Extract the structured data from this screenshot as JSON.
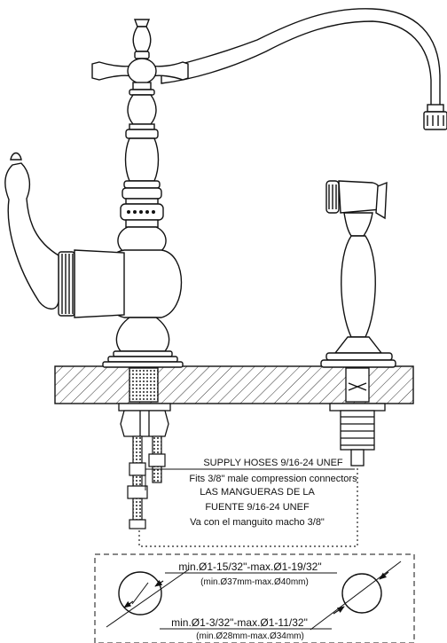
{
  "callout": {
    "lines": [
      "SUPPLY HOSES 9/16-24 UNEF",
      "Fits 3/8\" male compression connectors",
      "LAS MANGUERAS DE LA",
      "FUENTE 9/16-24 UNEF",
      "Va con el manguito macho 3/8\""
    ]
  },
  "holes": {
    "large": {
      "label": "min.Ø1-15/32\"-max.Ø1-19/32\"",
      "metric": "(min.Ø37mm-max.Ø40mm)"
    },
    "small": {
      "label": "min.Ø1-3/32\"-max.Ø1-11/32\"",
      "metric": "(min.Ø28mm-max.Ø34mm)"
    }
  },
  "colors": {
    "line": "#111111",
    "hatch": "#333333",
    "paper": "#ffffff"
  }
}
